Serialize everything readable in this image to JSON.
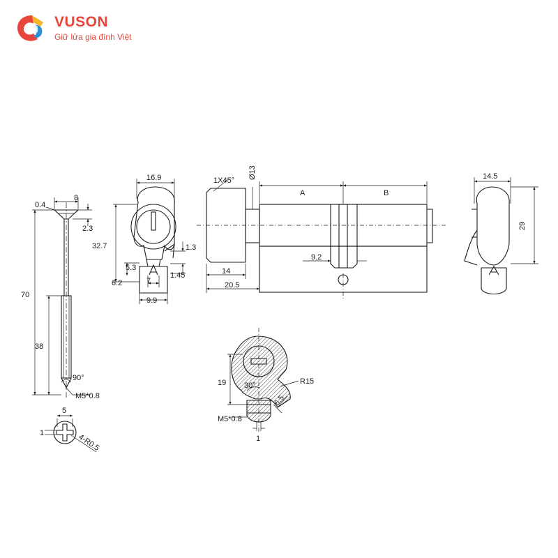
{
  "brand": {
    "name": "VUSON",
    "tagline": "Giữ lửa gia đình Việt",
    "colors": {
      "primary": "#e8463a",
      "secondary": "#f5b52e",
      "accent": "#2f8fd6"
    }
  },
  "screw_side": {
    "d_04": "0.4",
    "d_8": "8",
    "d_23": "2.3",
    "d_70": "70",
    "d_38": "38",
    "d_90": "90°",
    "d_thread": "M5*0.8"
  },
  "screw_head": {
    "d_5": "5",
    "d_1": "1",
    "d_r": "4-R0.5"
  },
  "cam_end": {
    "d_169": "16.9",
    "d_327": "32.7",
    "d_13": "1.3",
    "d_53": "5.3",
    "d_62": "6.2",
    "d_7": "7",
    "d_145": "1.45",
    "d_99": "9.9"
  },
  "body_side": {
    "d_chamfer": "1X45°",
    "d_diam": "Ø13",
    "d_A": "A",
    "d_B": "B",
    "d_92": "9.2",
    "d_14": "14",
    "d_205": "20.5"
  },
  "right_end": {
    "d_145": "14.5",
    "d_29": "29"
  },
  "section": {
    "d_19": "19",
    "d_30": "30°",
    "d_R15": "R15",
    "d_65": "6.5",
    "d_thread": "M5*0.8",
    "d_1": "1"
  }
}
